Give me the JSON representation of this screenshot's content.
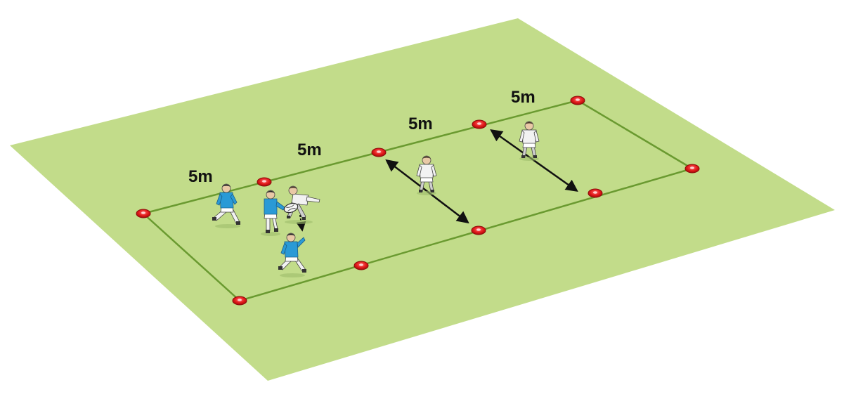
{
  "diagram": {
    "distance_labels": [
      "5m",
      "5m",
      "5m",
      "5m"
    ],
    "colors": {
      "pitch": "#c2dc8a",
      "pitch_line": "#6a9a30",
      "cone": "#e01818",
      "attacker_shirt": "#2a9ad6",
      "defender_shirt": "#f2f2f2",
      "arrow": "#111111"
    },
    "attackers": 3,
    "defenders": 3,
    "cones": 10
  }
}
